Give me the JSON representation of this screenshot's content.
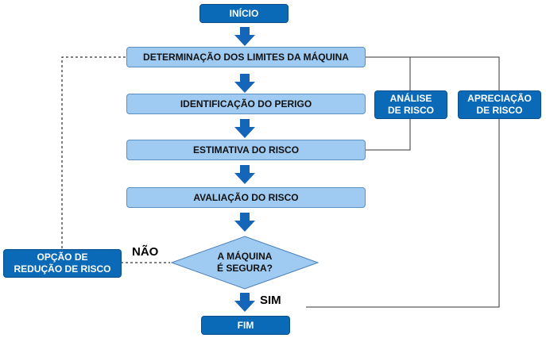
{
  "flowchart": {
    "start": "INÍCIO",
    "steps": [
      "DETERMINAÇÃO DOS LIMITES DA MÁQUINA",
      "IDENTIFICAÇÃO DO PERIGO",
      "ESTIMATIVA DO RISCO",
      "AVALIAÇÃO DO RISCO"
    ],
    "decision": {
      "line1": "A MÁQUINA",
      "line2": "É SEGURA?"
    },
    "end": "FIM",
    "no_label": "NÃO",
    "yes_label": "SIM",
    "risk_reduction": {
      "line1": "OPÇÃO DE",
      "line2": "REDUÇÃO DE RISCO"
    },
    "risk_analysis": {
      "line1": "ANÁLISE",
      "line2": "DE RISCO"
    },
    "risk_assessment": {
      "line1": "APRECIAÇÃO",
      "line2": "DE RISCO"
    }
  },
  "colors": {
    "dark_box": "#0b6ab7",
    "light_box": "#9fcbf3",
    "arrow": "#1565b8"
  }
}
